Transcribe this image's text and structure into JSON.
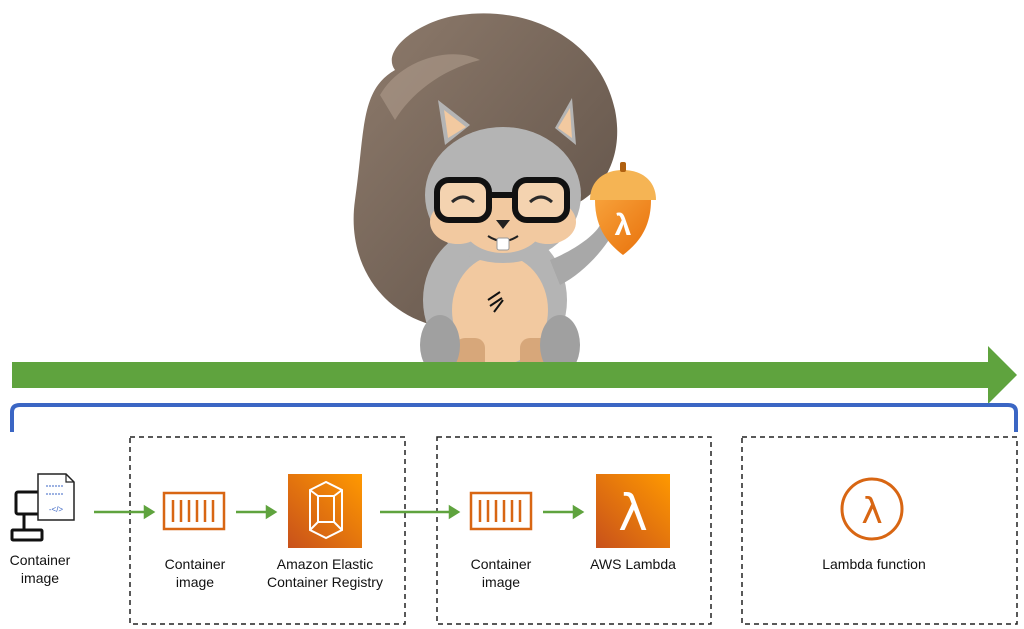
{
  "diagram": {
    "nodes": [
      {
        "id": "local-container-image",
        "label": "Container image"
      },
      {
        "id": "ecr-container-image",
        "label": "Container image"
      },
      {
        "id": "ecr",
        "label": "Amazon Elastic Container Registry"
      },
      {
        "id": "lambda-container-image",
        "label": "Container image"
      },
      {
        "id": "aws-lambda",
        "label": "AWS Lambda"
      },
      {
        "id": "lambda-function",
        "label": "Lambda function"
      }
    ],
    "labels": {
      "local_image_line1": "Container",
      "local_image_line2": "image",
      "ecr_image_line1": "Container",
      "ecr_image_line2": "image",
      "ecr_line1": "Amazon Elastic",
      "ecr_line2": "Container Registry",
      "lambda_image_line1": "Container",
      "lambda_image_line2": "image",
      "aws_lambda": "AWS Lambda",
      "lambda_function": "Lambda function"
    },
    "icons": {
      "lambda_glyph": "λ",
      "code_tag": "-</>"
    },
    "colors": {
      "flow_arrow": "#5fa33e",
      "bracket": "#3b66c4",
      "aws_orange": "#e8700a",
      "container_orange": "#d86613",
      "squirrel_fur": "#b4b4b4",
      "tail": "#7a6a5e"
    }
  }
}
